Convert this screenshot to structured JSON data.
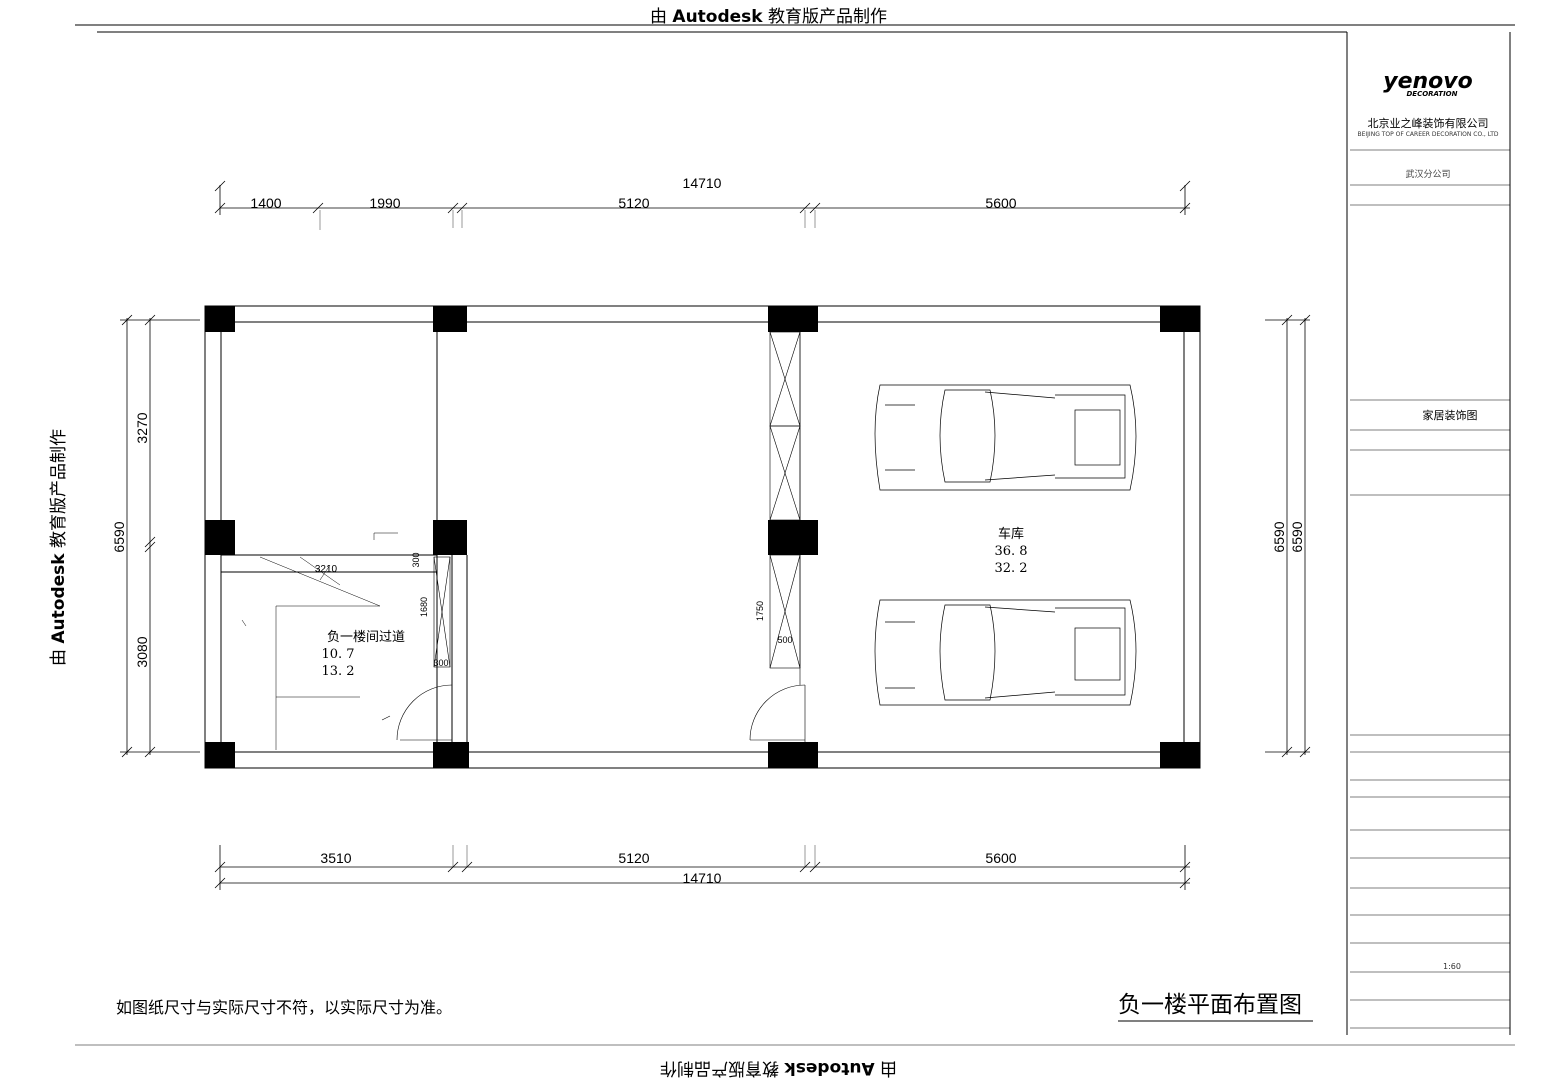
{
  "watermark": {
    "prefix": "由",
    "brand": "Autodesk",
    "suffix": "教育版产品制作"
  },
  "dimensions": {
    "top_total": "14710",
    "top_segments": [
      "1400",
      "1990",
      "5120",
      "5600"
    ],
    "bottom_segments": [
      "3510",
      "5120",
      "5600"
    ],
    "bottom_total": "14710",
    "left_total": "6590",
    "left_upper": "3270",
    "left_lower": "3080",
    "right_total_a": "6590",
    "right_total_b": "6590",
    "inner": {
      "stair_width": "3210",
      "v_300_top": "300",
      "v_1680": "1680",
      "v_300_bottom": "300",
      "v_1750": "1750",
      "h_500": "500"
    }
  },
  "rooms": {
    "garage": {
      "name": "车库",
      "area1": "36. 8",
      "area2": "32. 2"
    },
    "passage": {
      "name": "负一楼间过道",
      "area1": "10. 7",
      "area2": "13. 2"
    }
  },
  "notes": {
    "disclaimer": "如图纸尺寸与实际尺寸不符，以实际尺寸为准。",
    "drawing_title": "负一楼平面布置图"
  },
  "title_block": {
    "logo_main": "yenovo",
    "logo_sub": "DECORATION",
    "company": "北京业之峰装饰有限公司",
    "company_en": "BEIJING TOP OF CAREER DECORATION CO., LTD",
    "branch": "武汉分公司",
    "drawing_type": "家居装饰图",
    "scale": "1:60"
  }
}
